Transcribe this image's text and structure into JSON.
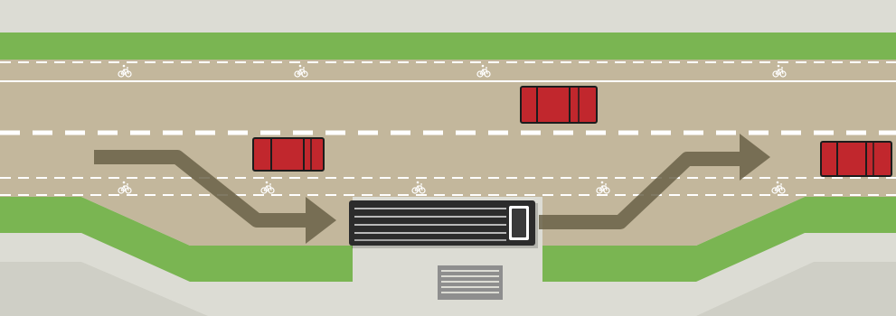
{
  "diagram": {
    "type": "street-plan-bus-bulb",
    "colors": {
      "sidewalk": "#dcdcd4",
      "sidewalk_edge": "#cfcfc6",
      "grass": "#7ab552",
      "road": "#c3b79c",
      "lane_marking": "#ffffff",
      "car_body": "#c1272d",
      "car_outline": "#1c1c1c",
      "bus_body": "#2c2c2c",
      "bus_stripe": "#e8e8e8",
      "shelter": "#8e8e8e",
      "path_arrow": "#6a6248"
    },
    "icons": {
      "bike_lane_symbol": "bicycle-icon",
      "path_arrow": "arrow-right-icon"
    },
    "elements": {
      "bike_lanes": 2,
      "travel_lanes": 2,
      "cars": 3,
      "buses": 1,
      "bus_shelters": 1,
      "vehicle_path_arrows": 2
    }
  }
}
